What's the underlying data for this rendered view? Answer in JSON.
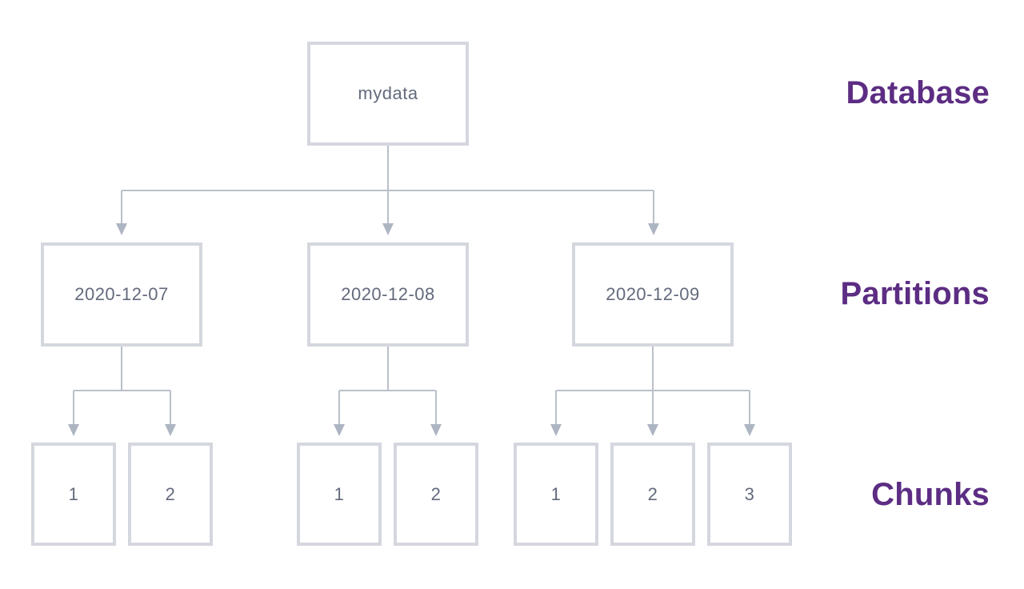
{
  "diagram": {
    "database": {
      "label": "mydata"
    },
    "partitions": [
      {
        "label": "2020-12-07",
        "chunks": [
          "1",
          "2"
        ]
      },
      {
        "label": "2020-12-08",
        "chunks": [
          "1",
          "2"
        ]
      },
      {
        "label": "2020-12-09",
        "chunks": [
          "1",
          "2",
          "3"
        ]
      }
    ]
  },
  "levels": [
    {
      "label": "Database"
    },
    {
      "label": "Partitions"
    },
    {
      "label": "Chunks"
    }
  ],
  "colors": {
    "label_purple": "#5c2d83",
    "box_border": "#d5d7de",
    "box_text": "#636a7c",
    "connector_line": "#bac0ca",
    "arrowhead": "#aeb5c2",
    "background": "#ffffff"
  }
}
